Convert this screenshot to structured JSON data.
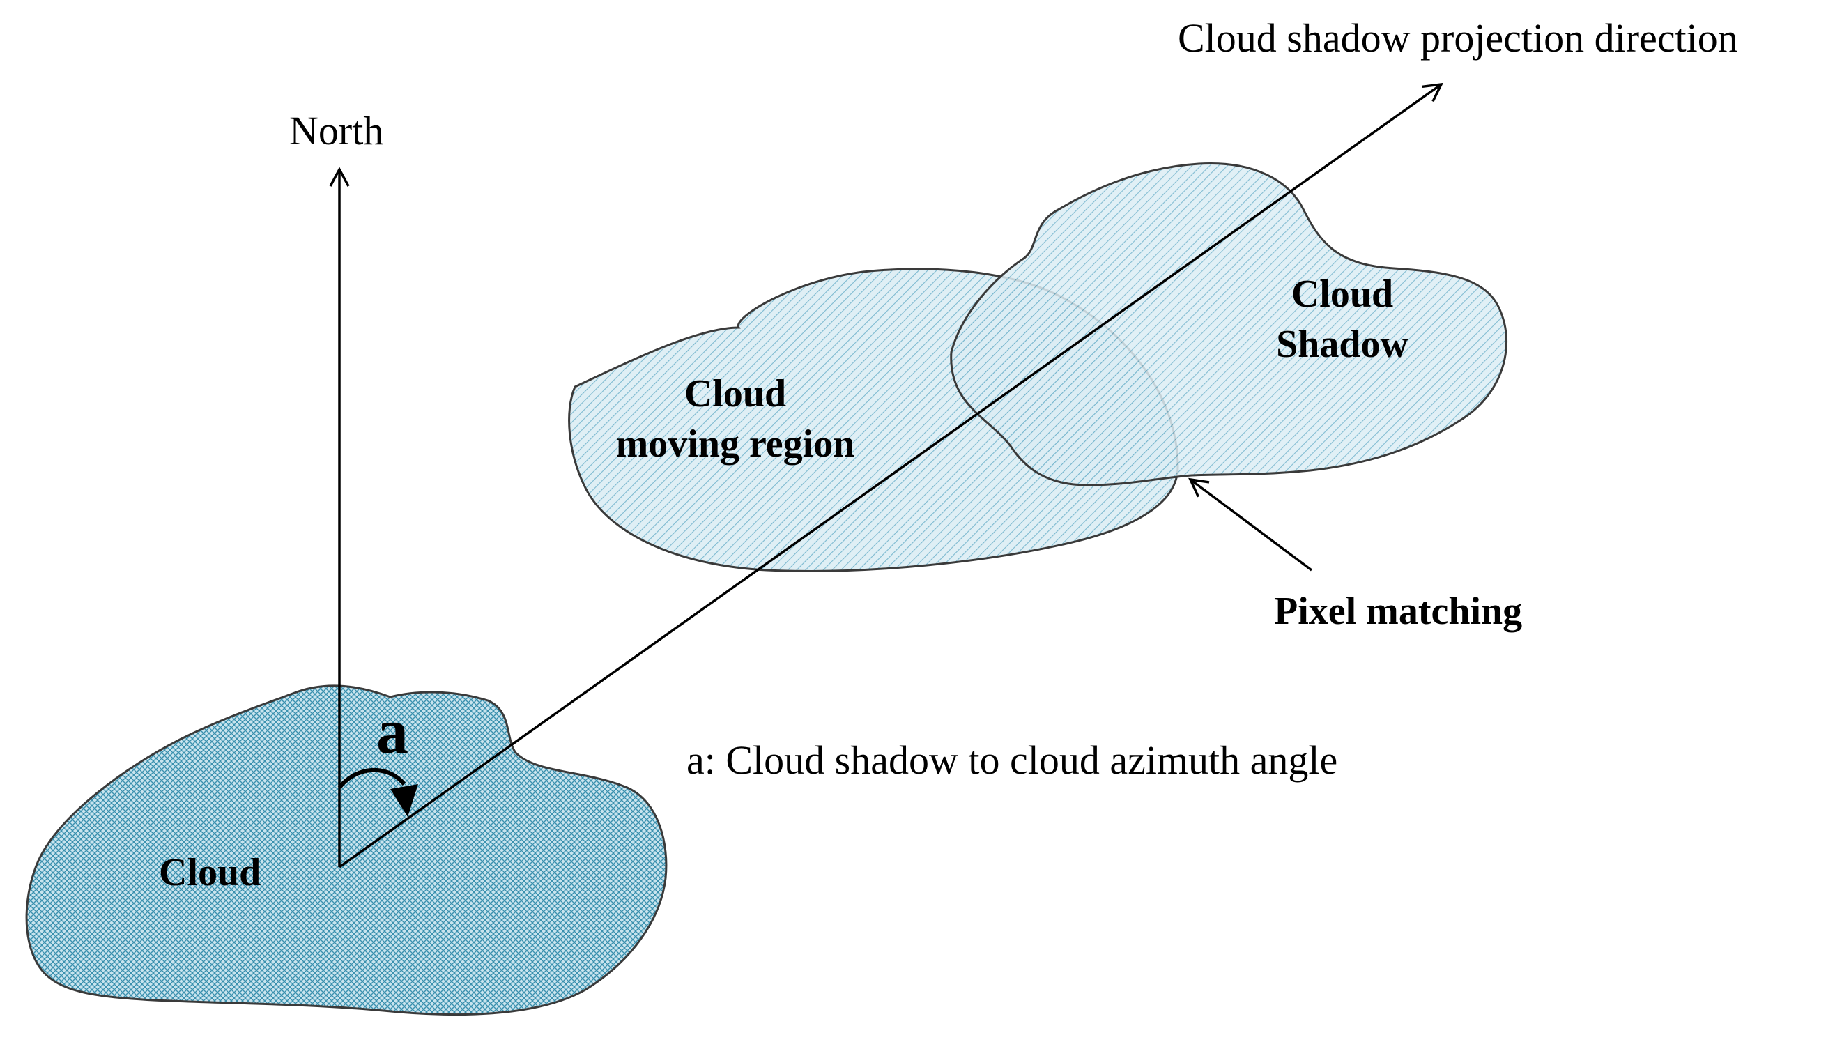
{
  "labels": {
    "north": "North",
    "projection_direction": "Cloud shadow projection direction",
    "cloud_shadow_line1": "Cloud",
    "cloud_shadow_line2": "Shadow",
    "cloud_moving_line1": "Cloud",
    "cloud_moving_line2": "moving region",
    "pixel_matching": "Pixel matching",
    "angle_symbol": "a",
    "angle_legend": "a: Cloud shadow to cloud azimuth angle",
    "cloud": "Cloud"
  },
  "colors": {
    "fill_light_blue": "#d9ecf3",
    "hatch_blue": "#5aa9c4",
    "cloud_fill": "#c7e3ec",
    "cloud_hatch": "#3f95b3"
  }
}
